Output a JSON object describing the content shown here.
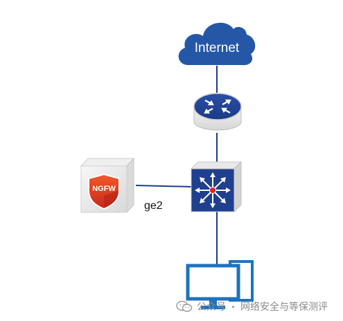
{
  "diagram": {
    "nodes": {
      "internet": {
        "label": "Internet",
        "icon": "cloud-icon"
      },
      "router": {
        "icon": "router-icon"
      },
      "switch": {
        "icon": "core-switch-icon"
      },
      "firewall": {
        "label": "NGFW",
        "icon": "firewall-shield-icon"
      },
      "pc": {
        "icon": "desktop-computer-icon"
      }
    },
    "links": [
      {
        "from": "internet",
        "to": "router"
      },
      {
        "from": "router",
        "to": "switch"
      },
      {
        "from": "firewall",
        "to": "switch",
        "label": "ge2"
      },
      {
        "from": "switch",
        "to": "pc"
      }
    ]
  },
  "watermark": {
    "prefix": "公众号",
    "text": "网络安全与等保测评",
    "icon": "wechat-icon"
  },
  "colors": {
    "blue": "#1f3f8f",
    "cloud": "#2457a6",
    "link": "#1b3c8c",
    "shield": "#e03c22",
    "pc": "#1e73be"
  }
}
